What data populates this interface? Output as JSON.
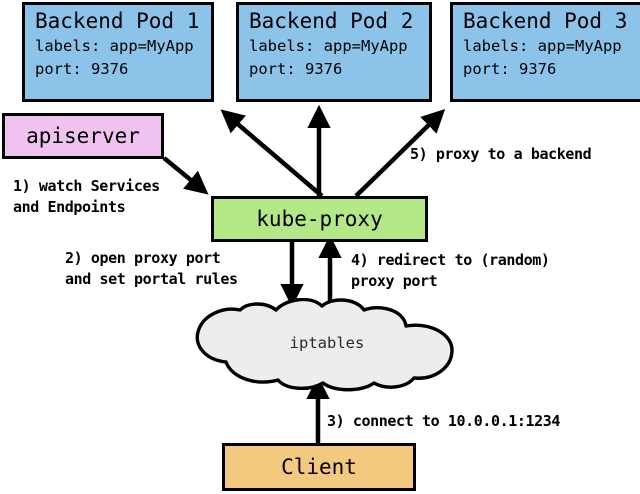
{
  "diagram": {
    "title": "kube-proxy service proxying flow",
    "background": "#ffffff",
    "colors": {
      "pod_fill": "#8CC3E9",
      "apiserver_fill": "#EFC2EF",
      "kubeproxy_fill": "#B4E887",
      "client_fill": "#F2C97F",
      "cloud_fill": "#EDEDED",
      "stroke": "#000000"
    }
  },
  "nodes": {
    "pods": [
      {
        "name": "Backend Pod 1",
        "labels_line": "labels: app=MyApp",
        "port_line": "port: 9376"
      },
      {
        "name": "Backend Pod 2",
        "labels_line": "labels: app=MyApp",
        "port_line": "port: 9376"
      },
      {
        "name": "Backend Pod 3",
        "labels_line": "labels: app=MyApp",
        "port_line": "port: 9376"
      }
    ],
    "apiserver": {
      "name": "apiserver"
    },
    "kubeproxy": {
      "name": "kube-proxy"
    },
    "iptables": {
      "name": "iptables"
    },
    "client": {
      "name": "Client"
    }
  },
  "edges": [
    {
      "id": "1",
      "label": "1) watch Services\nand Endpoints",
      "from": "apiserver",
      "to": "kube-proxy"
    },
    {
      "id": "2",
      "label": "2) open proxy port\nand set portal rules",
      "from": "kube-proxy",
      "to": "iptables"
    },
    {
      "id": "3",
      "label": "3) connect to 10.0.0.1:1234",
      "from": "Client",
      "to": "iptables"
    },
    {
      "id": "4",
      "label": "4) redirect to (random)\nproxy port",
      "from": "iptables",
      "to": "kube-proxy"
    },
    {
      "id": "5",
      "label": "5) proxy to a backend",
      "from": "kube-proxy",
      "to": "Backend Pod"
    }
  ]
}
